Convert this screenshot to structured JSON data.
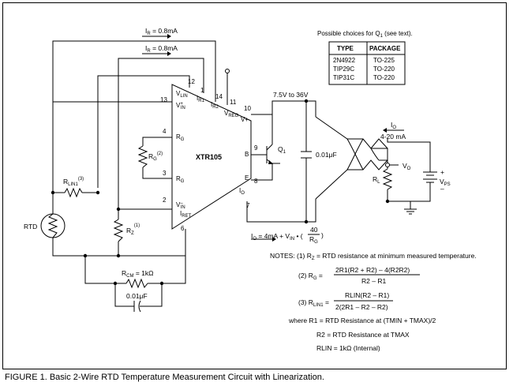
{
  "figure_caption": "FIGURE 1. Basic 2-Wire RTD Temperature Measurement Circuit with Linearization.",
  "chip": {
    "name": "XTR105",
    "pins": {
      "vlin": "V",
      "vlin_sub": "LIN",
      "ir1": "I",
      "ir1_sub": "R1",
      "ir2": "I",
      "ir2_sub": "R2",
      "vreg": "V",
      "vreg_sub": "REG",
      "vplus": "V+",
      "vin_plus": "V",
      "vin_plus_sup": "+",
      "vin_plus_sub": "IN",
      "rg_top": "R",
      "rg_top_sub": "G",
      "rg_bot": "R",
      "rg_bot_sub": "G",
      "vin_minus": "V",
      "vin_minus_sup": "–",
      "vin_minus_sub": "IN",
      "iret": "I",
      "iret_sub": "RET",
      "b": "B",
      "e": "E",
      "io": "I",
      "io_sub": "O"
    },
    "pin_numbers": {
      "p12": "12",
      "p1": "1",
      "p14": "14",
      "p11": "11",
      "p10": "10",
      "p13": "13",
      "p4": "4",
      "p3": "3",
      "p2": "2",
      "p6": "6",
      "p9": "9",
      "p8": "8",
      "p7": "7"
    }
  },
  "labels": {
    "ir_top": "I",
    "ir_top_sub": "R",
    "ir_top_val": " = 0.8mA",
    "ir_mid": "I",
    "ir_mid_sub": "R",
    "ir_mid_val": " = 0.8mA",
    "supply_range": "7.5V to 36V",
    "cap_bypass": "0.01μF",
    "transistor": "Q",
    "transistor_sub": "1",
    "rg_res": "R",
    "rg_res_sub": "G",
    "rg_res_sup": "(2)",
    "rlin": "R",
    "rlin_sub": "LIN1",
    "rlin_sup": "(3)",
    "rtd": "RTD",
    "rz": "R",
    "rz_sub": "Z",
    "rz_sup": "(1)",
    "rcm": "R",
    "rcm_sub": "CM",
    "rcm_val": " = 1kΩ",
    "cap_cm": "0.01μF",
    "io_arrow": "I",
    "io_arrow_sub": "O",
    "io_range": "4-20 mA",
    "vo": "V",
    "vo_sub": "O",
    "rl": "R",
    "rl_sub": "L",
    "vps": "V",
    "vps_sub": "PS",
    "plus": "+",
    "minus": "–",
    "io_formula_a": "I",
    "io_formula_a_sub": "O",
    "io_formula_b": " = 4mA + V",
    "io_formula_b_sub": "IN",
    "io_formula_c": " • ( ",
    "io_formula_num": "40",
    "io_formula_den": "R",
    "io_formula_den_sub": "G",
    "io_formula_close": ")"
  },
  "q1_table": {
    "title": "Possible choices for Q",
    "title_sub": "1",
    "title_tail": " (see text).",
    "headers": [
      "TYPE",
      "PACKAGE"
    ],
    "rows": [
      [
        "2N4922",
        "TO-225"
      ],
      [
        "TIP29C",
        "TO-220"
      ],
      [
        "TIP31C",
        "TO-220"
      ]
    ]
  },
  "notes": {
    "n1_prefix": "NOTES: (1) R",
    "n1_sub": "Z",
    "n1_tail": " = RTD resistance at minimum measured temperature.",
    "n2_prefix": "(2) R",
    "n2_sub": "G",
    "n2_eq": " =",
    "n2_num": "2R1(R2 + R2) – 4(R2R2)",
    "n2_den": "R2 – R1",
    "n3_prefix": "(3) R",
    "n3_sub": "LIN1",
    "n3_eq": " =",
    "n3_num": "RLIN(R2 – R1)",
    "n3_den": "2(2R1 – R2 – R2)",
    "where_line": "where R1 = RTD Resistance at (TMIN + TMAX)/2",
    "r2_line": "R2 = RTD Resistance at TMAX",
    "rlin_line": "RLIN = 1kΩ (Internal)"
  }
}
